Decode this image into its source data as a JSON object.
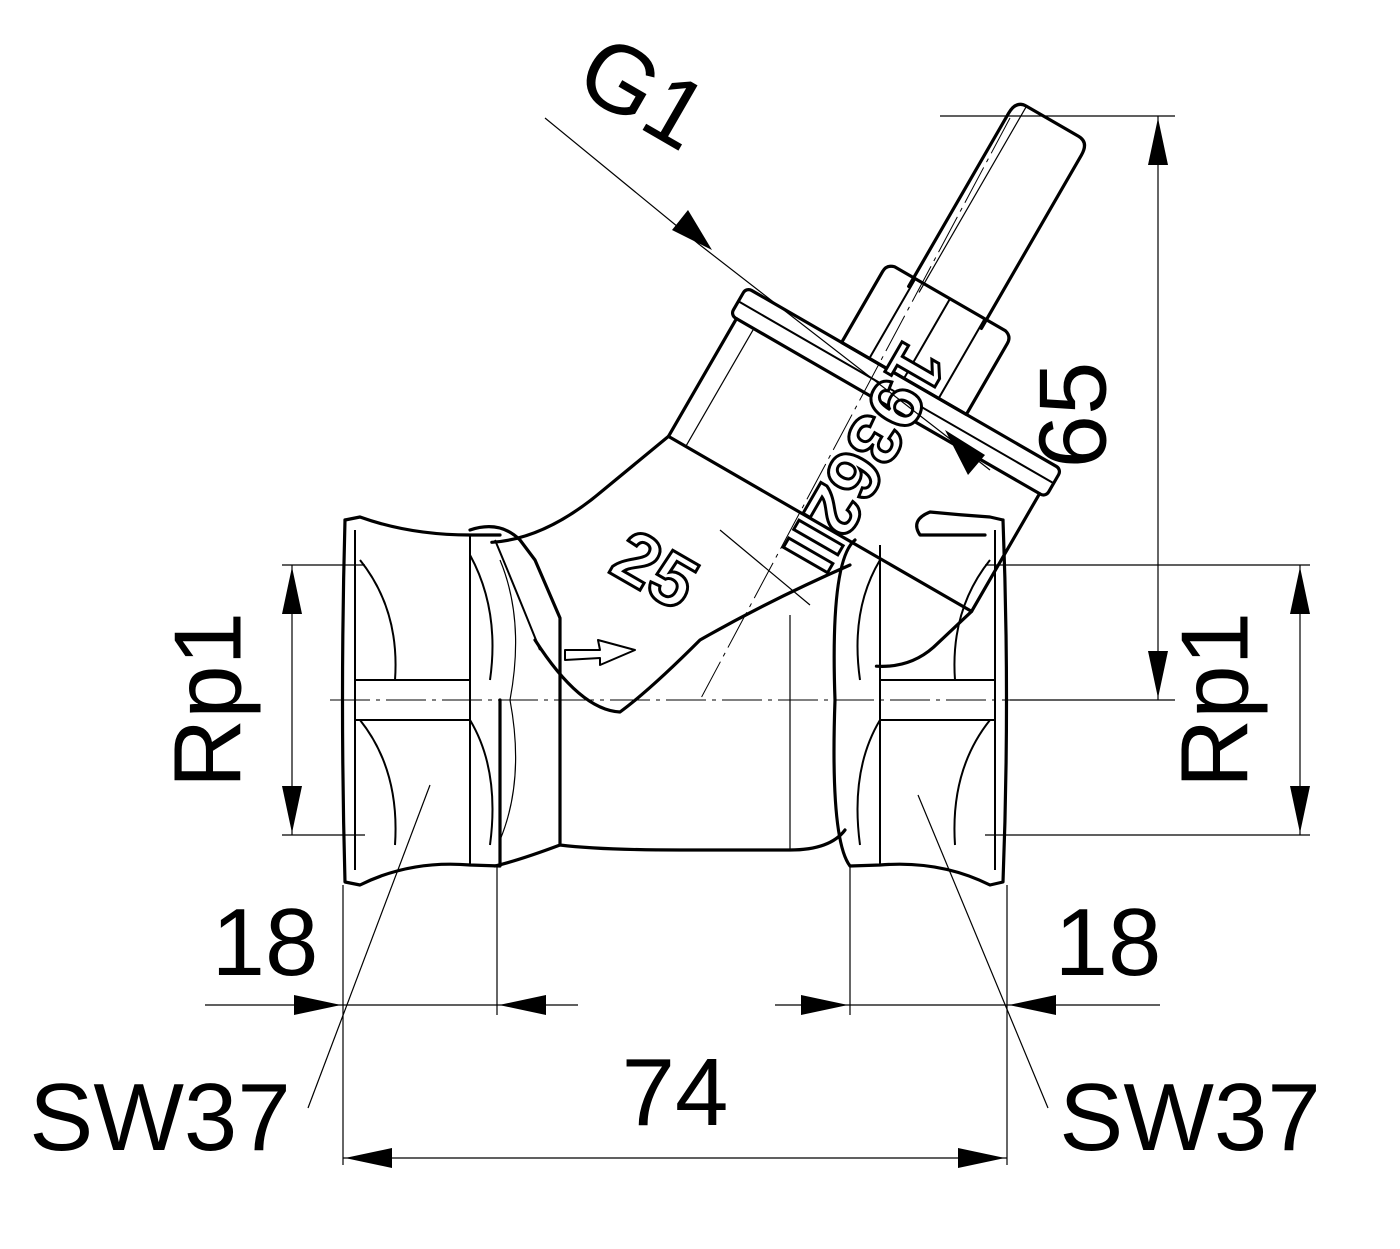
{
  "drawing": {
    "labels": {
      "stem_thread": "G1",
      "height": "65",
      "inlet_thread": "Rp1",
      "outlet_thread": "Rp1",
      "thread_depth_left": "18",
      "thread_depth_right": "18",
      "length": "74",
      "wrench_left": "SW37",
      "wrench_right": "SW37"
    },
    "markings": {
      "article_number": "19362II",
      "nominal_size": "25"
    },
    "colors": {
      "line": "#000000",
      "background": "#ffffff"
    }
  }
}
